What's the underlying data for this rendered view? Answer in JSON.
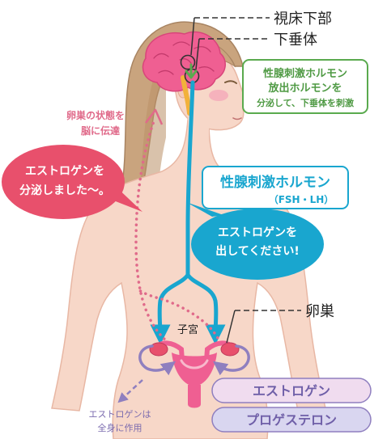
{
  "labels": {
    "hypothalamus": "視床下部",
    "pituitary": "下垂体",
    "ovary": "卵巣",
    "uterus": "子宮",
    "ovary_state_line1": "卵巣の状態を",
    "ovary_state_line2": "脳に伝達",
    "estrogen_effect_line1": "エストロゲンは",
    "estrogen_effect_line2": "全身に作用"
  },
  "green_box": {
    "line1": "性腺刺激ホルモン",
    "line2": "放出ホルモンを",
    "line3": "分泌して、下垂体を刺激"
  },
  "blue_box": {
    "title": "性腺刺激ホルモン",
    "subtitle": "（FSH・LH）"
  },
  "blue_bubble": {
    "line1": "エストロゲンを",
    "line2": "出してください!"
  },
  "red_bubble": {
    "line1": "エストロゲンを",
    "line2": "分泌しました〜。"
  },
  "hormone_pills": [
    "エストロゲン",
    "プロゲステロン"
  ],
  "colors": {
    "skin": "#f7d7c8",
    "hair": "#c9a47e",
    "brain": "#ef5f92",
    "green": "#5aaa4e",
    "blue": "#19a6cf",
    "red": "#e8506c",
    "pink_dots": "#e06a8a",
    "purple": "#8f7fbf",
    "pill_estrogen": "#f0dcef",
    "pill_progesterone": "#d9d6f0"
  }
}
